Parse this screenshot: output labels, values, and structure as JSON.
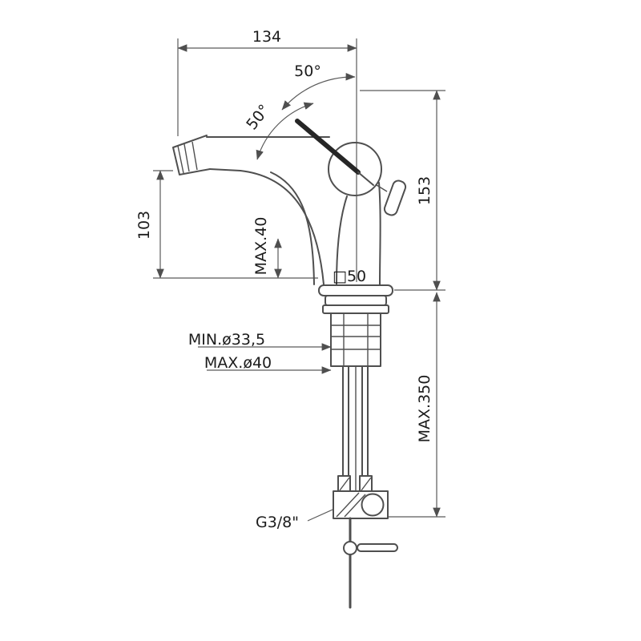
{
  "drawing": {
    "subject": "Bidet mixer faucet dimensional technical drawing",
    "colors": {
      "line": "#4f4f4f",
      "dimension_line": "#5a5a5a",
      "text": "#1c1c1c",
      "background": "#ffffff"
    },
    "labels": {
      "width_top": "134",
      "angle_upper": "50°",
      "angle_lower": "50°",
      "height_right": "153",
      "height_left": "103",
      "max_deck_thickness": "MAX.40",
      "base_square": "□50",
      "hole_min": "MIN.ø33,5",
      "hole_max": "MAX.ø40",
      "max_below": "MAX.350",
      "thread": "G3/8\""
    }
  }
}
